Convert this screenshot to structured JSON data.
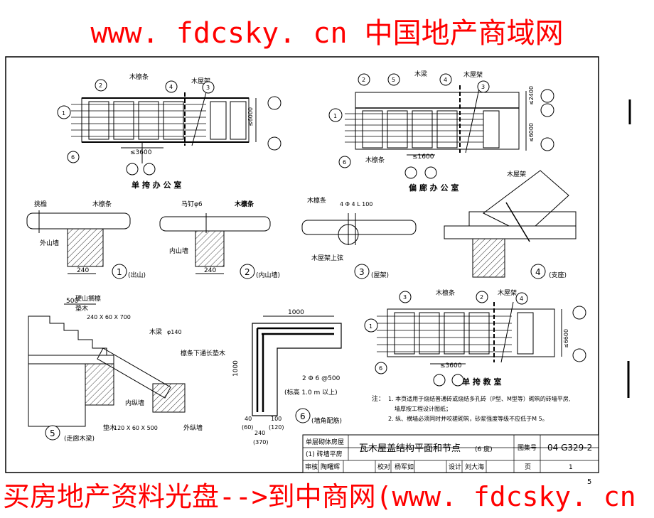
{
  "banner": {
    "top": "www. fdcsky. cn 中国地产商域网",
    "bottom": "买房地产资料光盘-->到中商网(www. fdcsky. cn"
  },
  "plans": {
    "single_office": {
      "title": "单 挎 办 公 室",
      "purlin": "木檩条",
      "truss": "木屋架",
      "span": "≤3600",
      "depth": "≤6000"
    },
    "corridor_office": {
      "title": "偏 廊 办 公 室",
      "beam": "木梁",
      "truss": "木屋架",
      "purlin": "木檩条",
      "dim_top": "≤2400",
      "dim_main": "≤6000",
      "span": "≤1600"
    },
    "classroom": {
      "title": "单 挎 教 室",
      "purlin": "木檩条",
      "truss": "木屋架",
      "span": "≤3600",
      "depth": "≤6600"
    }
  },
  "callouts": [
    "1",
    "2",
    "3",
    "4",
    "5",
    "6"
  ],
  "details": {
    "d1": {
      "num": "1",
      "label": "(出山)",
      "eave": "挑檐",
      "purlin": "木檩条",
      "wall": "外山墙",
      "dim": "240"
    },
    "d2": {
      "num": "2",
      "label": "(内山墙)",
      "nail": "马钉φ6",
      "purlin": "木檩条",
      "wall": "内山墙",
      "dim": "240"
    },
    "d3": {
      "num": "3",
      "label": "(屋架)",
      "purlin": "木檩条",
      "bolt": "4 Φ 4 L 100",
      "chord": "木屋架上弦"
    },
    "d4": {
      "num": "4",
      "label": "(支座)",
      "truss": "木屋架"
    },
    "d5": {
      "num": "5",
      "label": "(走廊木梁)",
      "dim": "500",
      "gable": "硬山搁檩",
      "pad1": "垫木",
      "pad1_size": "240 X 60 X 700",
      "beam": "木梁",
      "beam_dia": "φ140",
      "note": "檩条下通长垫木",
      "pad2": "垫木",
      "pad2_size": "120 X 60 X 500",
      "inner_wall": "内纵墙",
      "outer_wall": "外纵墙"
    },
    "d6": {
      "num": "6",
      "label": "(墙角配筋)",
      "dim_top": "1000",
      "dim_side": "1000",
      "rebar": "2 Φ 6 @500",
      "elev": "(标高 1.0 m 以上)",
      "d40": "40",
      "d60": "(60)",
      "d100": "100",
      "d120": "(120)",
      "d240": "240",
      "d370": "(370)"
    }
  },
  "notes": {
    "title": "注：",
    "line1": "1. 本页适用于烧结普通砖或烧结多孔砖（P型、M型等）砌筑的砖墙平房,",
    "line2": "墙厚按工程设计图纸；",
    "line3": "2. 纵、横墙必须同时并咬槎砌筑，砂浆强度等级不应低于M 5。"
  },
  "title_block": {
    "cat1": "单层砌体房屋",
    "cat2": "(1) 砖墙平房",
    "title": "瓦木屋盖结构平面和节点",
    "quake": "(6 度)",
    "atlas_label": "图集号",
    "atlas_no": "04 G329-2",
    "review": "审核",
    "reviewer": "陶曙辉",
    "check": "校对",
    "checker": "杨军如",
    "design": "设计",
    "designer": "刘大海",
    "page_label": "页",
    "page_no": "1"
  },
  "page_mark": "5"
}
